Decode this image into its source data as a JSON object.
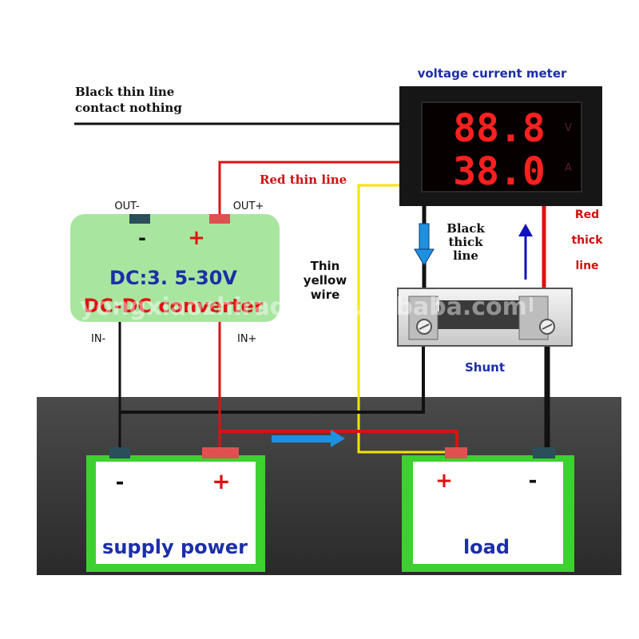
{
  "meter": {
    "title": "voltage  current meter",
    "voltage_reading": "88.8",
    "current_reading": "38.0",
    "volt_unit": "V",
    "amp_unit": "A"
  },
  "notes": {
    "black_thin_line_1": "Black thin line",
    "black_thin_line_2": "contact nothing",
    "red_thin_line": "Red thin line",
    "black_thick_1": "Black",
    "black_thick_2": "thick",
    "black_thick_3": "line",
    "red_thick_1": "Red",
    "red_thick_2": "thick",
    "red_thick_3": "line",
    "yellow_1": "Thin",
    "yellow_2": "yellow",
    "yellow_3": "wire"
  },
  "converter": {
    "out_minus": "OUT-",
    "out_plus": "OUT+",
    "minus": "-",
    "plus": "+",
    "line1": "DC:3. 5-30V",
    "line2": "DC-DC converter",
    "in_minus": "IN-",
    "in_plus": "IN+"
  },
  "shunt": {
    "label": "Shunt"
  },
  "supply": {
    "minus": "-",
    "plus": "+",
    "label": "supply power"
  },
  "load": {
    "plus": "+",
    "minus": "-",
    "label": "load"
  },
  "watermark": "yongxiaozhiradio.en.alibaba.com",
  "colors": {
    "red_wire": "#e01010",
    "black_wire": "#111111",
    "yellow_wire": "#f5e400",
    "battery_green": "#3dd130",
    "converter_green": "#a8e6a0",
    "arrow_blue": "#1e90e0",
    "text_blue": "#1c2fa8",
    "segment_red": "#ff2020"
  }
}
